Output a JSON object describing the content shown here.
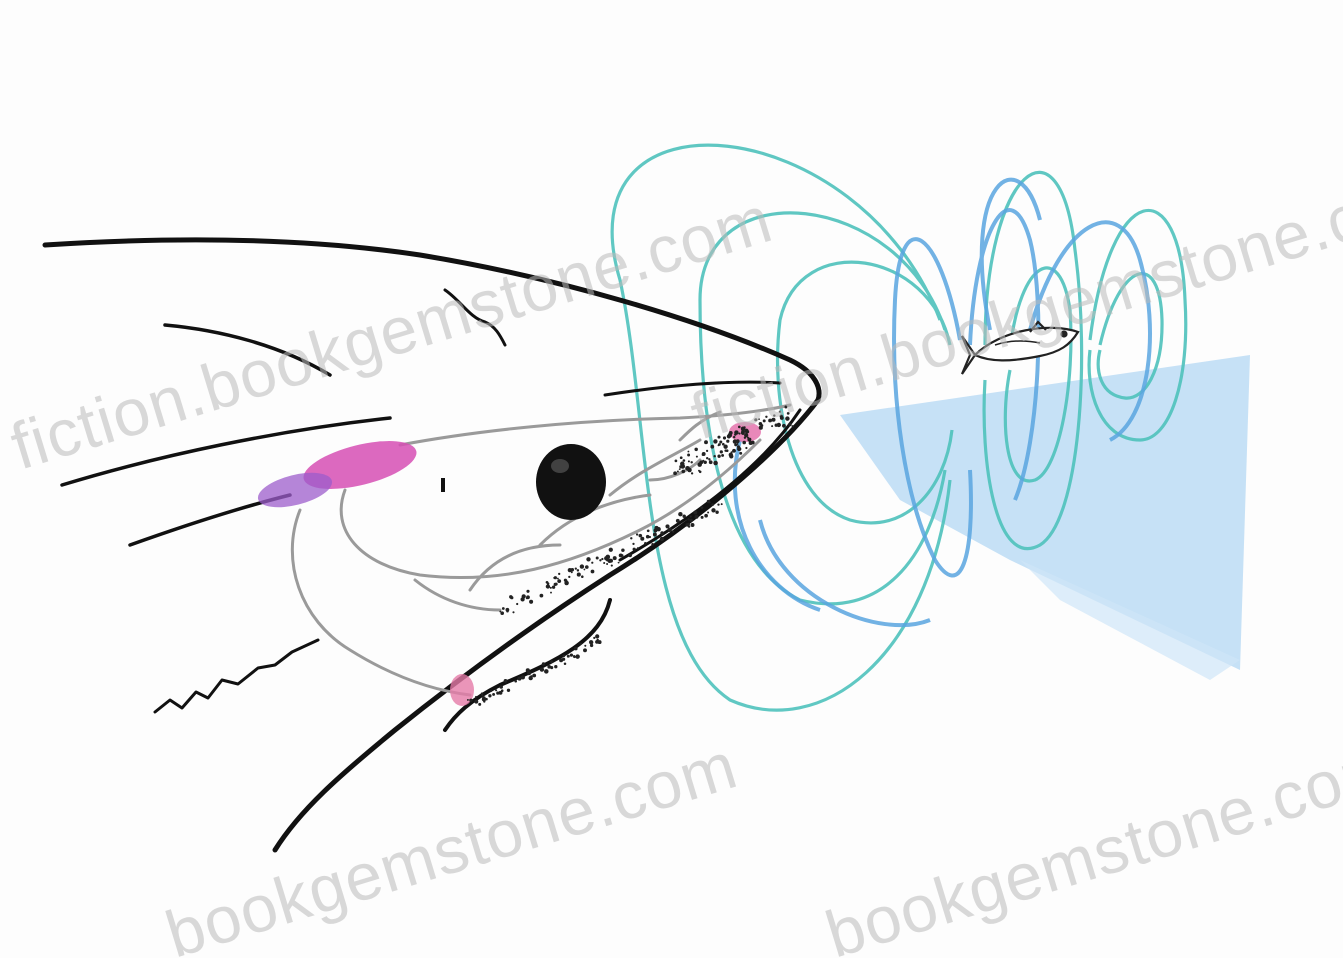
{
  "colors": {
    "background": "#fdfdfd",
    "outline": "#111111",
    "head_detail": "#9a9a9a",
    "field_lines_inner": "#5aa6e0",
    "field_lines_outer": "#4fc2bc",
    "field_glow": "#bcdcf5",
    "ampullae_pink": "#d64fb4",
    "ampullae_purple": "#9c5ccb",
    "dots": "#222222"
  },
  "labels": {
    "shark": "shark-head-illustration",
    "prey": "prey-fish-icon",
    "field": "electric-field-lines"
  },
  "watermarks": [
    "fiction.bookgemstone.com",
    "fiction.bookgemstone.com",
    "bookgemstone.com",
    "bookgemstone.com"
  ]
}
